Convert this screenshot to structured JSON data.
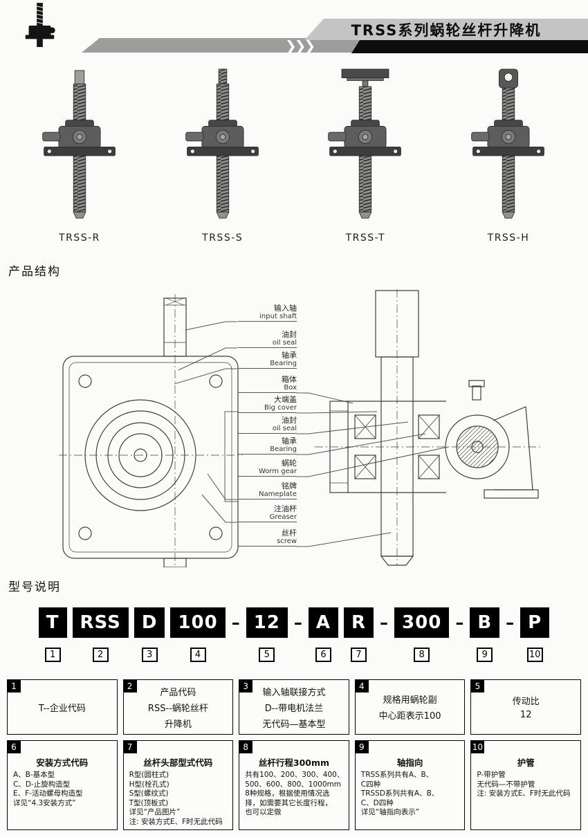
{
  "colors": {
    "band_gray": "#9d9d9d",
    "ribbon_gray": "#c4c4c4",
    "accent_black": "#0d0d0d"
  },
  "header": {
    "title": "TRSS系列蜗轮丝杆升降机",
    "chevrons": "❯❯❯"
  },
  "products": [
    {
      "label": "TRSS-R"
    },
    {
      "label": "TRSS-S"
    },
    {
      "label": "TRSS-T"
    },
    {
      "label": "TRSS-H"
    }
  ],
  "structure": {
    "title": "产品结构",
    "callouts": [
      {
        "cn": "输入轴",
        "en": "input shaft"
      },
      {
        "cn": "油封",
        "en": "oil seal"
      },
      {
        "cn": "轴承",
        "en": "Bearing"
      },
      {
        "cn": "箱体",
        "en": "Box"
      },
      {
        "cn": "大端盖",
        "en": "Big cover"
      },
      {
        "cn": "油封",
        "en": "oil seal"
      },
      {
        "cn": "轴承",
        "en": "Bearing"
      },
      {
        "cn": "蜗轮",
        "en": "Worm gear"
      },
      {
        "cn": "铭牌",
        "en": "Nameplate"
      },
      {
        "cn": "注油杯",
        "en": "Greaser"
      },
      {
        "cn": "丝杆",
        "en": "screw"
      }
    ]
  },
  "model": {
    "title": "型号说明",
    "dash": "–",
    "segments": [
      {
        "code": "T",
        "num": "1"
      },
      {
        "code": "RSS",
        "num": "2"
      },
      {
        "code": "D",
        "num": "3"
      },
      {
        "code": "100",
        "num": "4"
      },
      {
        "code": "12",
        "num": "5"
      },
      {
        "code": "A",
        "num": "6"
      },
      {
        "code": "R",
        "num": "7"
      },
      {
        "code": "300",
        "num": "8"
      },
      {
        "code": "B",
        "num": "9"
      },
      {
        "code": "P",
        "num": "10"
      }
    ]
  },
  "legend": [
    {
      "num": "1",
      "title": "T--企业代码",
      "lines": []
    },
    {
      "num": "2",
      "title": "产品代码",
      "lines": [
        "RSS--蜗轮丝杆",
        "升降机"
      ]
    },
    {
      "num": "3",
      "title": "输入轴联接方式",
      "lines": [
        "D--带电机法兰",
        "无代码—基本型"
      ]
    },
    {
      "num": "4",
      "title": "规格用蜗轮副",
      "lines": [
        "中心距表示100"
      ]
    },
    {
      "num": "5",
      "title": "传动比",
      "lines": [
        "12"
      ]
    },
    {
      "num": "6",
      "title": "安装方式代码",
      "lines": [
        "A、B-基本型",
        "C、D-止旋构造型",
        "E、F-活动螺母构造型",
        "详见“4.3安装方式”"
      ]
    },
    {
      "num": "7",
      "title": "丝杆头部型式代码",
      "lines": [
        "R型(圆柱式)",
        "H型(栓孔式)",
        "S型(螺纹式)",
        "T型(顶板式)",
        "详见“产品图片”",
        "注: 安装方式E、F时无此代码"
      ]
    },
    {
      "num": "8",
      "title": "丝杆行程300mm",
      "lines": [
        "共有100、200、300、400、",
        "500、600、800、1000mm",
        "8种规格，根据使用情况选",
        "择，如需要其它长度行程，",
        "也可以定做"
      ]
    },
    {
      "num": "9",
      "title": "轴指向",
      "lines": [
        "TRSS系列共有A、B、",
        "C四种",
        "TRSSD系列共有A、B、",
        "C、D四种",
        "详见“轴指向表示”"
      ]
    },
    {
      "num": "10",
      "title": "护管",
      "lines": [
        "P-带护管",
        "无代码—不带护管",
        "注: 安装方式E、F时无此代码"
      ]
    }
  ]
}
